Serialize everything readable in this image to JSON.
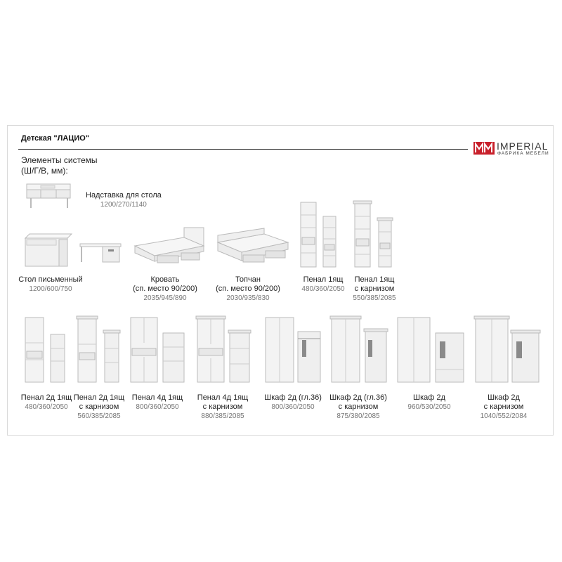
{
  "document": {
    "title": "Детская \"ЛАЦИО\"",
    "subtitle_line1": "Элементы системы",
    "subtitle_line2": "(Ш/Г/В, мм):"
  },
  "brand": {
    "mark": "MM",
    "name": "IMPERIAL",
    "tagline": "ФАБРИКА МЕБЕЛИ",
    "accent_color": "#c8202b"
  },
  "items": [
    {
      "lines": [
        "Надставка для стола"
      ],
      "dims": "1200/270/1140"
    },
    {
      "lines": [
        "Стол письменный"
      ],
      "dims": "1200/600/750"
    },
    {
      "lines": [
        "Кровать",
        "(сп. место 90/200)"
      ],
      "dims": "2035/945/890"
    },
    {
      "lines": [
        "Топчан",
        "(сп. место 90/200)"
      ],
      "dims": "2030/935/830"
    },
    {
      "lines": [
        "Пенал 1ящ"
      ],
      "dims": "480/360/2050"
    },
    {
      "lines": [
        "Пенал 1ящ",
        "с карнизом"
      ],
      "dims": "550/385/2085"
    },
    {
      "lines": [
        "Пенал 2д 1ящ"
      ],
      "dims": "480/360/2050"
    },
    {
      "lines": [
        "Пенал 2д 1ящ",
        "с карнизом"
      ],
      "dims": "560/385/2085"
    },
    {
      "lines": [
        "Пенал 4д 1ящ"
      ],
      "dims": "800/360/2050"
    },
    {
      "lines": [
        "Пенал 4д 1ящ",
        "с карнизом"
      ],
      "dims": "880/385/2085"
    },
    {
      "lines": [
        "Шкаф 2д (гл.36)"
      ],
      "dims": "800/360/2050"
    },
    {
      "lines": [
        "Шкаф 2д (гл.36)",
        "с карнизом"
      ],
      "dims": "875/380/2085"
    },
    {
      "lines": [
        "Шкаф 2д"
      ],
      "dims": "960/530/2050"
    },
    {
      "lines": [
        "Шкаф 2д",
        "с карнизом"
      ],
      "dims": "1040/552/2084"
    }
  ]
}
